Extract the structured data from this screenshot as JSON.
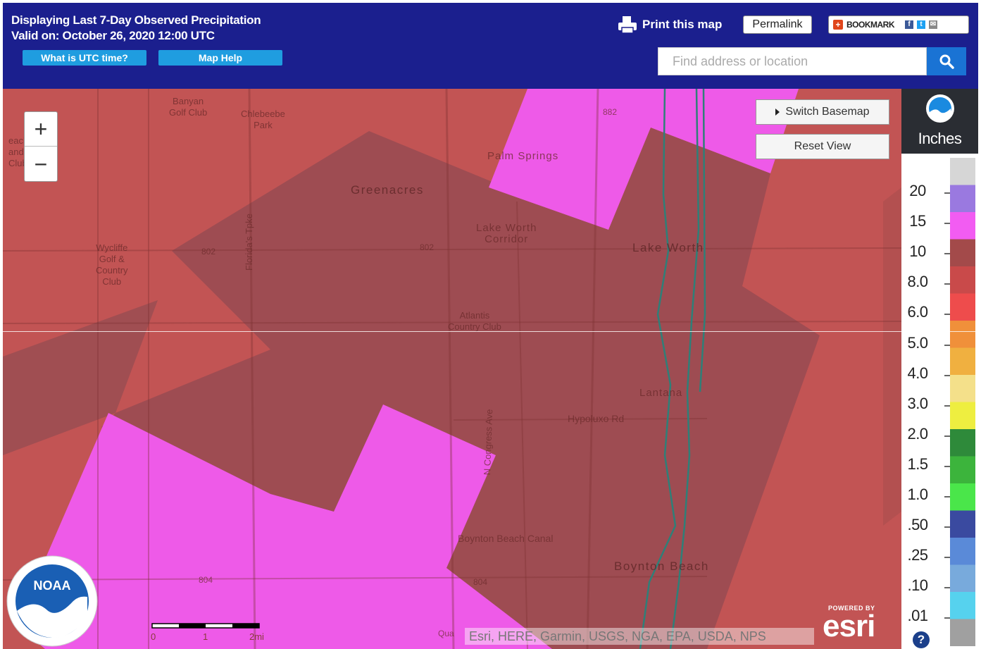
{
  "header": {
    "title_line1": "Displaying Last 7-Day Observed Precipitation",
    "title_line2": "Valid on: October 26, 2020 12:00 UTC",
    "utc_button": "What is UTC time?",
    "help_button": "Map Help",
    "print_label": "Print this map",
    "permalink_label": "Permalink",
    "bookmark_label": "BOOKMARK",
    "search_placeholder": "Find address or location"
  },
  "map": {
    "zoom_in": "+",
    "zoom_out": "−",
    "switch_basemap": "Switch Basemap",
    "reset_view": "Reset View",
    "labels": {
      "banyan": "Banyan\nGolf Club",
      "cholee": "Chlebeebe\nPark",
      "each_club": "each\nand\nClub",
      "greenacres": "Greenacres",
      "palm_springs": "Palm Springs",
      "lake_worth_corridor": "Lake Worth\nCorridor",
      "lake_worth": "Lake Worth",
      "wycliffe": "Wycliffe\nGolf &\nCountry\nClub",
      "atlantis": "Atlantis\nCountry Club",
      "lantana": "Lantana",
      "hypoluxo": "Hypoluxo Rd",
      "congress": "N Congress Ave",
      "boynton_canal": "Boynton Beach Canal",
      "boynton_beach": "Boynton Beach",
      "florida_tpk": "Florida's Tpke",
      "road_802a": "802",
      "road_802b": "802",
      "road_804a": "804",
      "road_804b": "804",
      "road_882": "882",
      "quail": "Qua"
    },
    "scale": {
      "zero": "0",
      "one": "1",
      "two": "2mi"
    },
    "attribution": "Esri, HERE, Garmin, USGS, NGA, EPA, USDA, NPS",
    "esri_powered": "POWERED BY",
    "esri_logo": "esri"
  },
  "legend": {
    "units": "Inches",
    "ticks": [
      "20",
      "15",
      "10",
      "8.0",
      "6.0",
      "5.0",
      "4.0",
      "3.0",
      "2.0",
      "1.5",
      "1.0",
      ".50",
      ".25",
      ".10",
      ".01"
    ],
    "colors": [
      "#d6d6d6",
      "#9a79e0",
      "#f25cf2",
      "#a34a4a",
      "#c94a4a",
      "#ee4c4c",
      "#f0903a",
      "#f0b040",
      "#f4e08a",
      "#eeee40",
      "#2e8a3a",
      "#3cb43c",
      "#4ae64a",
      "#3a4aa0",
      "#5a8ad8",
      "#78aadc",
      "#56d2ee",
      "#a0a0a0"
    ],
    "help": "?"
  }
}
